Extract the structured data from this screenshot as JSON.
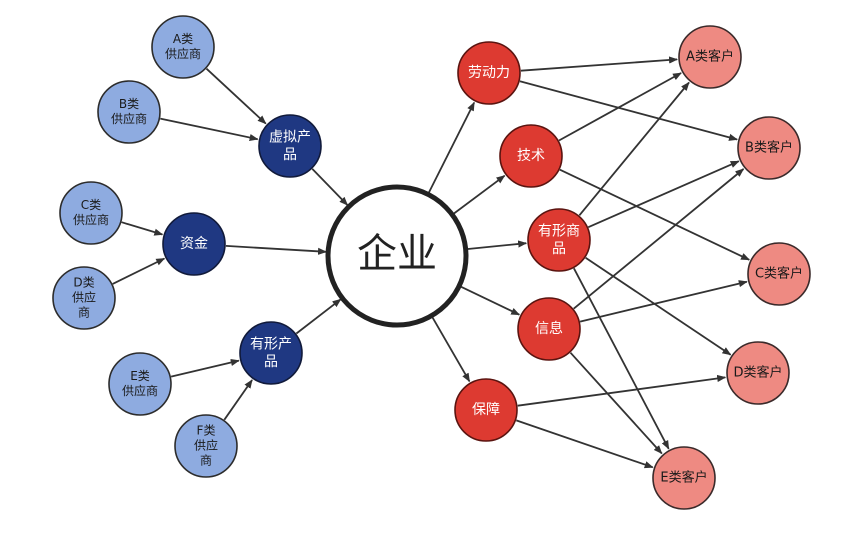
{
  "colors": {
    "supplier_fill": "#8eabe0",
    "supplier_text": "#1a1a1a",
    "input_fill": "#1f3882",
    "input_text": "#ffffff",
    "center_fill": "#ffffff",
    "center_stroke": "#222222",
    "output_fill": "#dd3a31",
    "output_text": "#ffffff",
    "customer_fill": "#ee8a82",
    "customer_text": "#1a1a1a",
    "arrow": "#333333"
  },
  "nodes": [
    {
      "id": "supA",
      "kind": "supplier",
      "lines": [
        "A类",
        "供应商"
      ]
    },
    {
      "id": "supB",
      "kind": "supplier",
      "lines": [
        "B类",
        "供应商"
      ]
    },
    {
      "id": "supC",
      "kind": "supplier",
      "lines": [
        "C类",
        "供应商"
      ]
    },
    {
      "id": "supD",
      "kind": "supplier",
      "lines": [
        "D类",
        "供应",
        "商"
      ]
    },
    {
      "id": "supE",
      "kind": "supplier",
      "lines": [
        "E类",
        "供应商"
      ]
    },
    {
      "id": "supF",
      "kind": "supplier",
      "lines": [
        "F类",
        "供应",
        "商"
      ]
    },
    {
      "id": "virt",
      "kind": "input",
      "lines": [
        "虚拟产",
        "品"
      ]
    },
    {
      "id": "fund",
      "kind": "input",
      "lines": [
        "资金"
      ]
    },
    {
      "id": "tang",
      "kind": "input",
      "lines": [
        "有形产",
        "品"
      ]
    },
    {
      "id": "ent",
      "kind": "center",
      "lines": [
        "企业"
      ]
    },
    {
      "id": "labor",
      "kind": "output",
      "lines": [
        "劳动力"
      ]
    },
    {
      "id": "tech",
      "kind": "output",
      "lines": [
        "技术"
      ]
    },
    {
      "id": "goods",
      "kind": "output",
      "lines": [
        "有形商",
        "品"
      ]
    },
    {
      "id": "info",
      "kind": "output",
      "lines": [
        "信息"
      ]
    },
    {
      "id": "guar",
      "kind": "output",
      "lines": [
        "保障"
      ]
    },
    {
      "id": "custA",
      "kind": "customer",
      "lines": [
        "A类客户"
      ]
    },
    {
      "id": "custB",
      "kind": "customer",
      "lines": [
        "B类客户"
      ]
    },
    {
      "id": "custC",
      "kind": "customer",
      "lines": [
        "C类客户"
      ]
    },
    {
      "id": "custD",
      "kind": "customer",
      "lines": [
        "D类客户"
      ]
    },
    {
      "id": "custE",
      "kind": "customer",
      "lines": [
        "E类客户"
      ]
    }
  ],
  "edges": [
    [
      "supA",
      "virt"
    ],
    [
      "supB",
      "virt"
    ],
    [
      "supC",
      "fund"
    ],
    [
      "supD",
      "fund"
    ],
    [
      "supE",
      "tang"
    ],
    [
      "supF",
      "tang"
    ],
    [
      "virt",
      "ent"
    ],
    [
      "fund",
      "ent"
    ],
    [
      "tang",
      "ent"
    ],
    [
      "ent",
      "labor"
    ],
    [
      "ent",
      "tech"
    ],
    [
      "ent",
      "goods"
    ],
    [
      "ent",
      "info"
    ],
    [
      "ent",
      "guar"
    ],
    [
      "labor",
      "custA"
    ],
    [
      "labor",
      "custB"
    ],
    [
      "tech",
      "custA"
    ],
    [
      "tech",
      "custC"
    ],
    [
      "goods",
      "custA"
    ],
    [
      "goods",
      "custB"
    ],
    [
      "goods",
      "custD"
    ],
    [
      "goods",
      "custE"
    ],
    [
      "info",
      "custB"
    ],
    [
      "info",
      "custC"
    ],
    [
      "info",
      "custE"
    ],
    [
      "guar",
      "custD"
    ],
    [
      "guar",
      "custE"
    ]
  ]
}
